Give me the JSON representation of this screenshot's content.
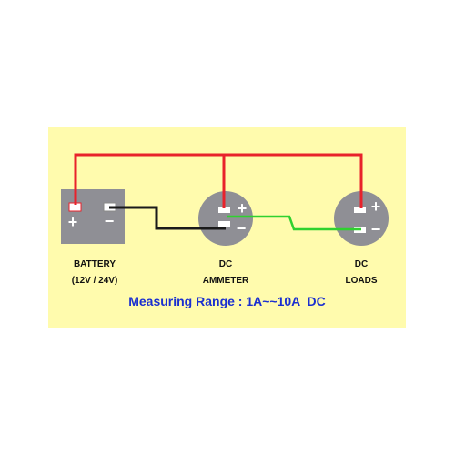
{
  "components": {
    "battery": {
      "label_line1": "BATTERY",
      "label_line2": "(12V / 24V)",
      "plus": "+",
      "minus": "−"
    },
    "ammeter": {
      "label_line1": "DC",
      "label_line2": "AMMETER",
      "plus": "+",
      "minus": "−"
    },
    "loads": {
      "label_line1": "DC",
      "label_line2": "LOADS",
      "plus": "+",
      "minus": "−"
    }
  },
  "measuring_range": {
    "prefix": "Measuring Range : ",
    "value": "1A~~10A",
    "unit": "  DC"
  },
  "colors": {
    "background_panel": "#fffbad",
    "positive_wire": "#e8222b",
    "negative_wire": "#1a1a1a",
    "measure_wire": "#2fd12f",
    "component_body": "#8f8f95",
    "range_text": "#1a2fd0"
  }
}
